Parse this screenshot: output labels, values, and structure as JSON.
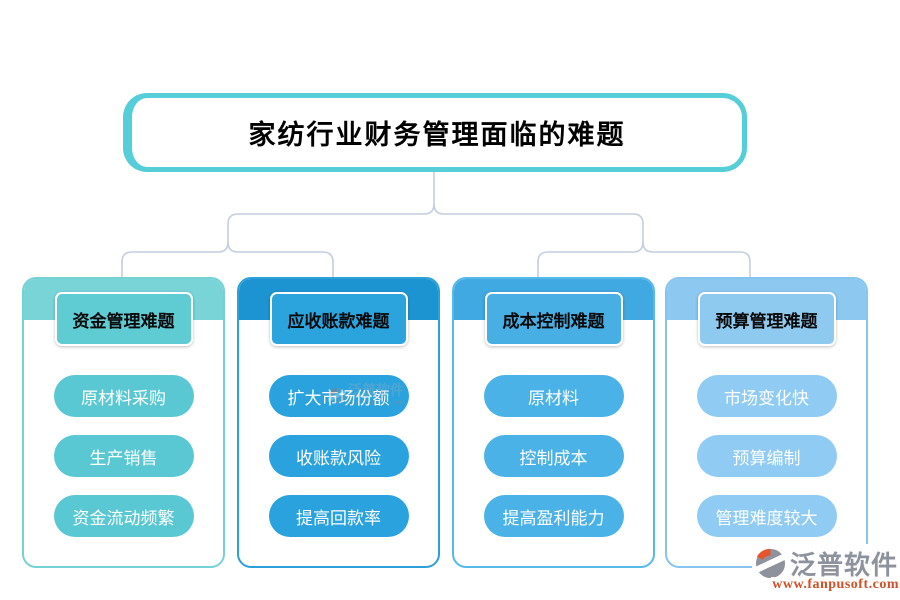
{
  "title": {
    "text": "家纺行业财务管理面临的难题",
    "border_color": "#55ced8"
  },
  "connector_color": "#c4cee0",
  "columns": [
    {
      "header": "资金管理难题",
      "items": [
        "原材料采购",
        "生产销售",
        "资金流动频繁"
      ],
      "colors": {
        "band": "#79d4d8",
        "header_bg": "#5fcbd3",
        "pill": "#59c8d2",
        "border": "#74d1d6"
      }
    },
    {
      "header": "应收账款难题",
      "items": [
        "扩大市场份额",
        "收账款风险",
        "提高回款率"
      ],
      "colors": {
        "band": "#1d94d2",
        "header_bg": "#2ba3dd",
        "pill": "#29a2dd",
        "border": "#2d9fd9"
      }
    },
    {
      "header": "成本控制难题",
      "items": [
        "原材料",
        "控制成本",
        "提高盈利能力"
      ],
      "colors": {
        "band": "#40a9e1",
        "header_bg": "#47afe4",
        "pill": "#4bb2e7",
        "border": "#55b9ea"
      }
    },
    {
      "header": "预算管理难题",
      "items": [
        "市场变化快",
        "预算编制",
        "管理难度较大"
      ],
      "colors": {
        "band": "#8cc8f0",
        "header_bg": "#8ec9f0",
        "pill": "#8fcbf2",
        "border": "#85c5ef"
      }
    }
  ],
  "watermark": {
    "brand": "泛普软件",
    "url": "www.fanpusoft.com",
    "brand_color": "#8d929c",
    "url_color": "#cf5029",
    "logo_orange": "#e4572e",
    "logo_gray": "#8d929c"
  }
}
